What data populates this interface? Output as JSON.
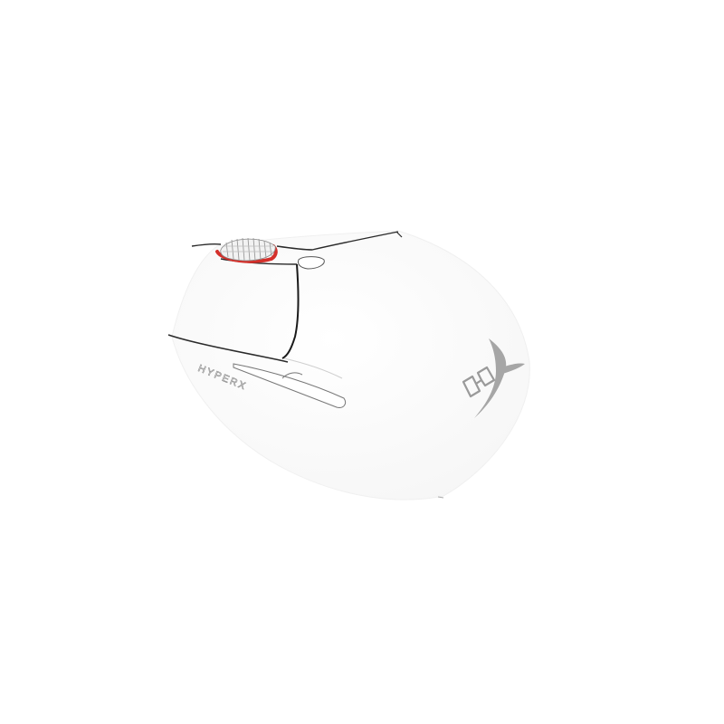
{
  "image": {
    "subject": "mouse",
    "background_color": "#ffffff",
    "body_color": "#ffffff",
    "outline_color": "#1a1a1a",
    "accent_color": "#d4302b",
    "logo_color": "#9a9a9a",
    "side_branding": "HYPERX",
    "top_logo": "HX"
  }
}
